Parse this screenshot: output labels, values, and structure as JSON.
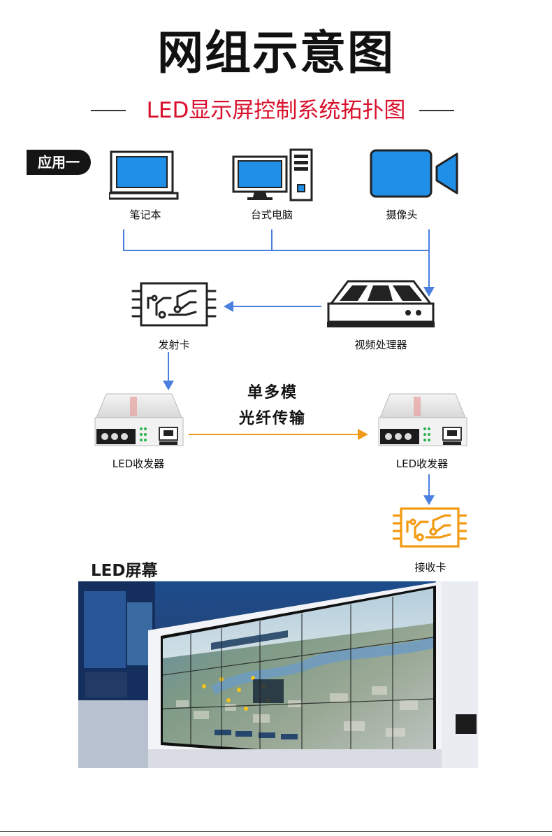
{
  "title": "网组示意图",
  "subtitle": "LED显示屏控制系统拓扑图",
  "badge": "应用一",
  "devices": {
    "laptop": "笔记本",
    "desktop": "台式电脑",
    "camera": "摄像头",
    "sender_card": "发射卡",
    "video_processor": "视频处理器",
    "transceiver_left": "LED收发器",
    "transceiver_right": "LED收发器",
    "receiver_card": "接收卡"
  },
  "transmission": {
    "line1": "单多模",
    "line2": "光纤传输"
  },
  "led_screen_title": "LED屏幕",
  "colors": {
    "blue_screen": "#1f8fe8",
    "arrow_blue": "#4a7fe0",
    "arrow_orange": "#f29a1a",
    "receiver_orange": "#f39a12",
    "subtitle_red": "#d8102c"
  }
}
